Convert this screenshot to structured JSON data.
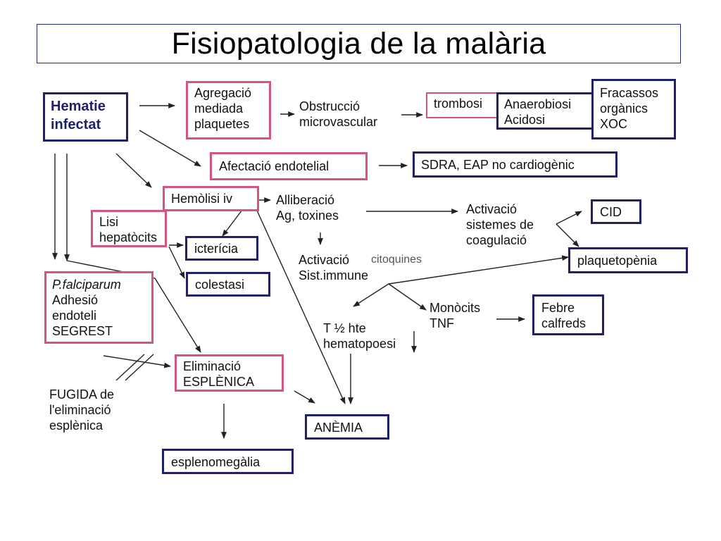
{
  "title": "Fisiopatologia de la malària",
  "nodes": {
    "hematie": [
      "Hematie",
      "infectat"
    ],
    "agregacio": [
      "Agregació",
      "mediada",
      "plaquetes"
    ],
    "obstruccio": [
      "Obstrucció",
      "microvascular"
    ],
    "trombosi": "trombosi",
    "anaerobiosi": [
      "Anaerobiosi",
      "Acidosi"
    ],
    "fracassos": [
      "Fracassos",
      "orgànics",
      "XOC"
    ],
    "afectacio": "Afectació endotelial",
    "sdra": "SDRA, EAP no cardiogènic",
    "hemolisi": "Hemòlisi iv",
    "alliberacio": [
      "Alliberació",
      "Ag, toxines"
    ],
    "activacio_coag": [
      "Activació",
      "sistemes de",
      "coagulació"
    ],
    "cid": "CID",
    "lisi": [
      "Lisi",
      "hepatòcits"
    ],
    "ictericia": "icterícia",
    "activacio_immune": [
      "Activació",
      "Sist.immune"
    ],
    "citoquines": "citoquines",
    "plaquetopenia": "plaquetopènia",
    "colestasi": "colestasi",
    "pfalciparum": [
      "P.falciparum",
      "Adhesió",
      "endoteli",
      "SEGREST"
    ],
    "monocits": [
      "Monòcits",
      "TNF"
    ],
    "febre": [
      "Febre",
      "calfreds"
    ],
    "hematopoesi": [
      "T ½ hte",
      "hematopoesi"
    ],
    "eliminacio": [
      "Eliminació",
      "ESPLÈNICA"
    ],
    "fugida": [
      "FUGIDA de",
      "l'eliminació",
      "esplènica"
    ],
    "anemia": "ANÈMIA",
    "esplenomegalia": "esplenomegàlia"
  }
}
